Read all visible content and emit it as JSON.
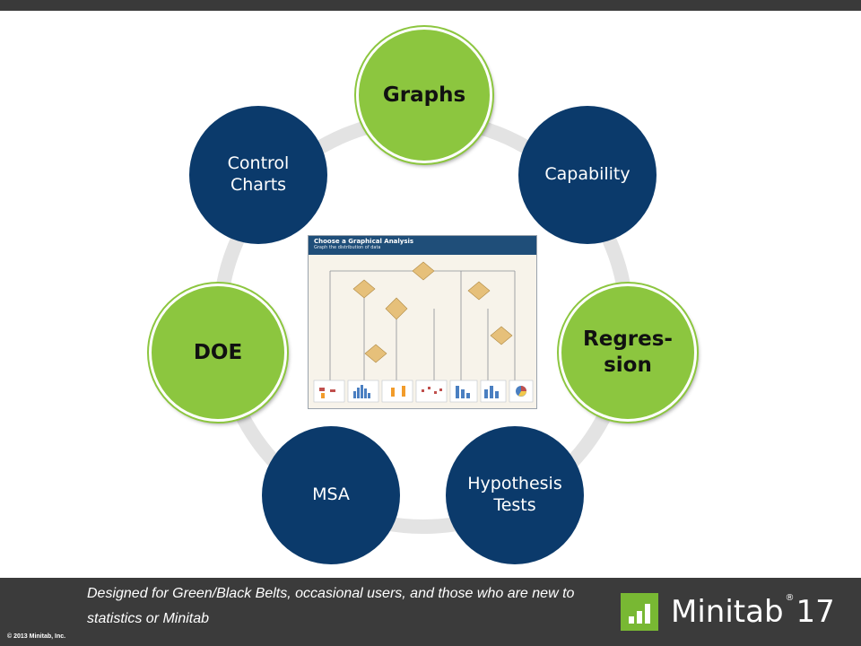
{
  "nodes": {
    "graphs": "Graphs",
    "capability": "Capability",
    "regression": "Regres-\nsion",
    "hypothesis_tests": "Hypothesis\nTests",
    "msa": "MSA",
    "doe": "DOE",
    "control_charts": "Control\nCharts"
  },
  "thumbnail": {
    "title": "Choose a Graphical Analysis",
    "subtitle": "Graph the distribution of data"
  },
  "footer": {
    "tagline": "Designed for Green/Black Belts, occasional users, and those who are new to statistics or Minitab",
    "copyright": "© 2013 Minitab, Inc.",
    "brand_name": "Minitab",
    "brand_reg": "®",
    "brand_version": "17"
  },
  "colors": {
    "blue_node": "#0b3a6b",
    "green_node": "#8cc63f",
    "ring": "#e3e3e3",
    "footer": "#3b3b3b",
    "brand_green": "#78b833"
  }
}
